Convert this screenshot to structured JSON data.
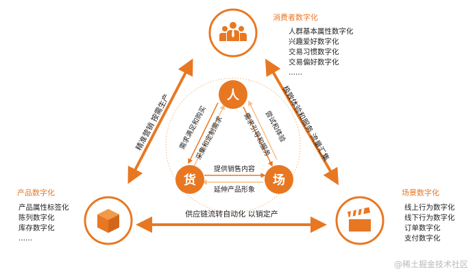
{
  "colors": {
    "accent": "#e87722",
    "accent_light": "#f6bf8a",
    "text": "#222222"
  },
  "consumer": {
    "title": "消费者数字化",
    "icon": "people-group-icon",
    "items": [
      "人群基本属性数字化",
      "兴趣爱好数字化",
      "交易习惯数字化",
      "交易偏好数字化",
      "......"
    ]
  },
  "product": {
    "title": "产品数字化",
    "icon": "box-icon",
    "items": [
      "产品属性标签化",
      "陈列数字化",
      "库存数字化",
      "......"
    ]
  },
  "scene": {
    "title": "场景数字化",
    "icon": "clapperboard-icon",
    "items": [
      "线上行为数字化",
      "线下行为数字化",
      "订单数字化",
      "支付数字化"
    ]
  },
  "outer_edges": {
    "left": "精准营销 按需生产",
    "right": "极致体验和服务 流量汇集",
    "bottom": "供应链流转自动化 以销定产"
  },
  "inner": {
    "person": "人",
    "goods": "货",
    "venue": "场",
    "left_outer": "需求满足和购买",
    "left_inner": "采集和定制需求",
    "right_outer": "尝试和体验",
    "right_inner": "需求引导和服务",
    "bottom_top": "提供销售内容",
    "bottom_bottom": "延伸产品形象"
  },
  "watermark": "@稀土掘金技术社区"
}
